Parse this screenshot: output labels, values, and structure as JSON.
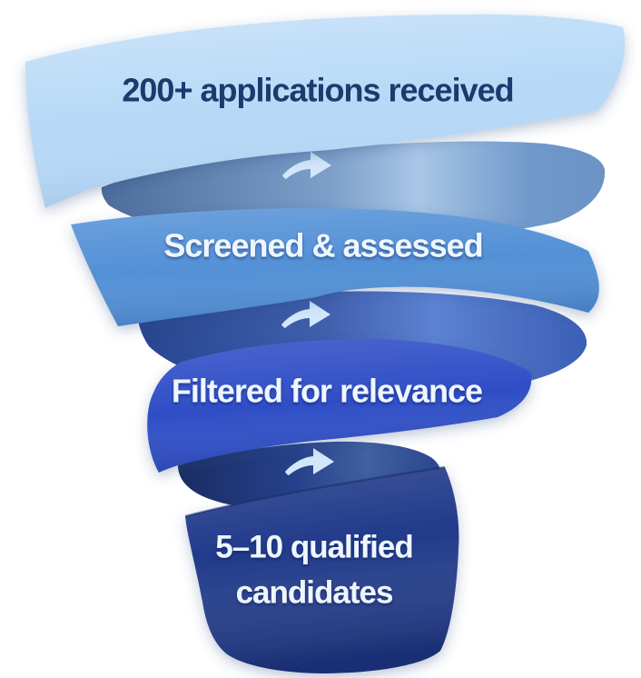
{
  "diagram": {
    "type": "funnel",
    "background": "#ffffff",
    "stages": [
      {
        "label": "200+ applications received",
        "band_color": "#b7d9f7",
        "text_color": "#1e3a6d"
      },
      {
        "label": "Screened & assessed",
        "band_color": "#5390d6",
        "text_color": "#eef6fe"
      },
      {
        "label": "Filtered for relevance",
        "band_color": "#2f4ec6",
        "text_color": "#eef6fe"
      },
      {
        "label": "5–10 qualified candidates",
        "lines": [
          "5–10 qualified",
          "candidates"
        ],
        "band_color": "#213a8a",
        "text_color": "#eef6fe"
      }
    ],
    "arrow_color": "#d3e7fa"
  }
}
